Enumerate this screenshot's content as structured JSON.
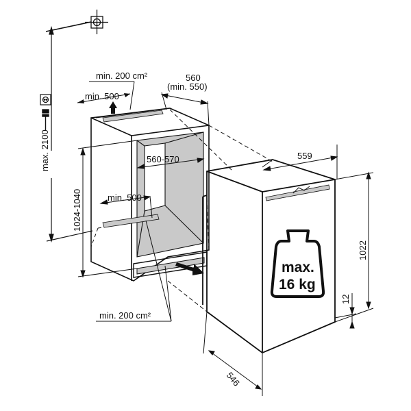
{
  "labels": {
    "top_vent_area": "min. 200 cm²",
    "top_depth_min": "min. 500",
    "niche_width": "560",
    "niche_width_min": "(min. 550)",
    "inner_width": "560-570",
    "niche_height": "1024-1040",
    "inner_depth_min": "min. 500",
    "bottom_vent_area": "min. 200 cm²",
    "max_socket_height": "max. 2100",
    "appliance_width": "559",
    "appliance_height": "1022",
    "base_gap": "12",
    "appliance_depth": "546",
    "max_weight_line1": "max.",
    "max_weight_line2": "16 kg"
  },
  "icons": {
    "socket": "power-socket-icon",
    "plug": "power-plug-icon",
    "crosshair": "crosshair-target-icon",
    "weight": "weight-icon",
    "airflow": "airflow-arrow-icon"
  },
  "colors": {
    "line": "#111111",
    "hatch": "#c9c9c9",
    "background": "#ffffff"
  }
}
